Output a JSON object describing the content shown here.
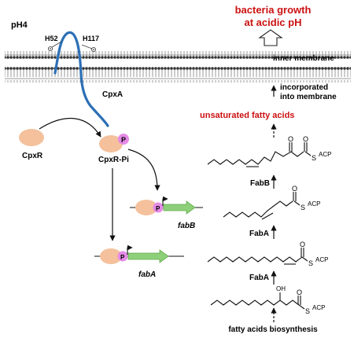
{
  "condition": "pH4",
  "residues": {
    "h52": "H52",
    "h117": "H117"
  },
  "proteins": {
    "cpxa": "CpxA",
    "cpxr": "CpxR",
    "cpxr_pi": "CpxR-Pi",
    "phospho": "P"
  },
  "genes": {
    "fabb": "fabB",
    "faba": "fabA"
  },
  "enzymes": {
    "fabb": "FabB",
    "faba_upper": "FabA",
    "faba_lower": "FabA"
  },
  "outcome": {
    "line1": "bacteria growth",
    "line2": "at acidic pH"
  },
  "membrane": {
    "label": "inner membrane",
    "incorporated_line1": "incorporated",
    "incorporated_line2": "into membrane"
  },
  "products": {
    "unsaturated": "unsaturated fatty acids"
  },
  "pathway": {
    "biosynthesis": "fatty acids biosynthesis"
  },
  "chem": {
    "acp": "ACP",
    "s": "S",
    "o": "O",
    "oh": "OH"
  },
  "colors": {
    "accent_red": "#cc1111",
    "protein_fill": "#f4c19c",
    "phospho_fill": "#e58ae6",
    "gene_arrow": "#8ed07a",
    "cpxa_line": "#2c6fb5"
  }
}
